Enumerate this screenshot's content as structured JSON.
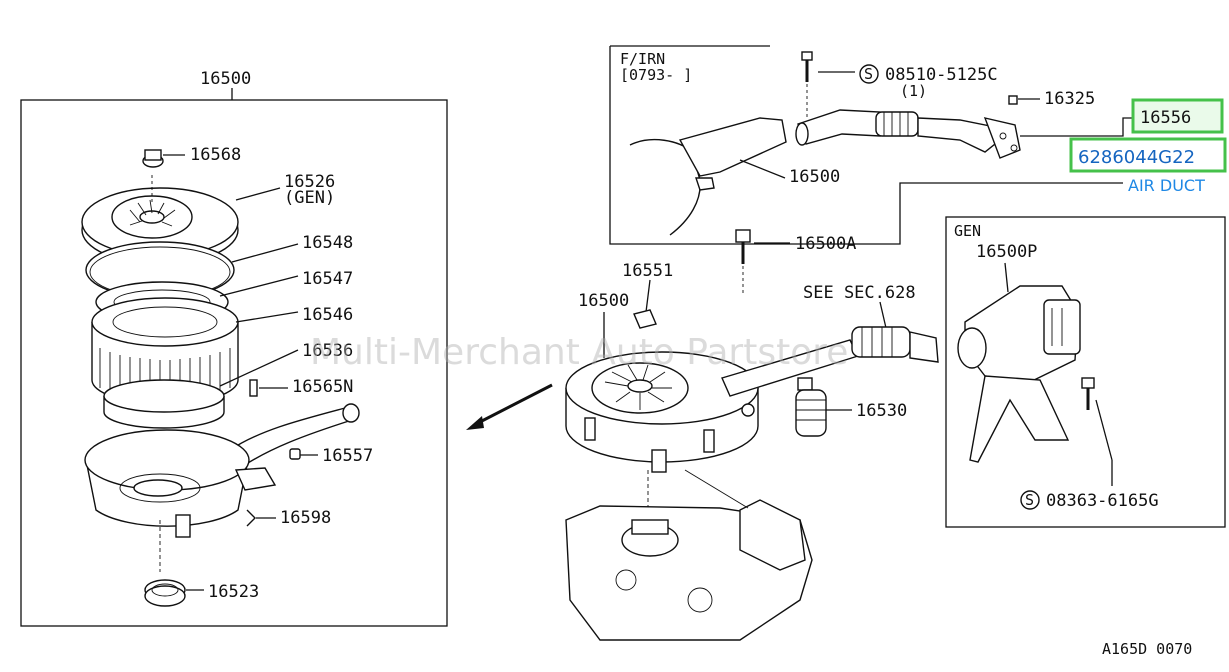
{
  "diagram_code": "A165D 0070",
  "watermark": "Multi-Merchant Auto Partstore",
  "left_panel": {
    "assembly_number": "16500",
    "callouts": {
      "c16568": "16568",
      "c16526": "16526",
      "c16526_note": "(GEN)",
      "c16548": "16548",
      "c16547": "16547",
      "c16546": "16546",
      "c16536": "16536",
      "c16565n": "16565N",
      "c16557": "16557",
      "c16598": "16598",
      "c16523": "16523"
    }
  },
  "inset_top": {
    "variant_label": "F/IRN",
    "date_range": "[0793-       ]",
    "bolt_spec": "08510-5125C",
    "bolt_qty": "(1)",
    "callouts": {
      "c16325": "16325",
      "c16556": "16556",
      "c16500": "16500"
    }
  },
  "highlight": {
    "part_number": "6286044G22",
    "description": "AIR DUCT"
  },
  "center": {
    "callouts": {
      "c16551": "16551",
      "c16500": "16500",
      "c16500a": "16500A",
      "see_sec": "SEE SEC.628",
      "c16530": "16530"
    }
  },
  "inset_gen": {
    "variant_label": "GEN",
    "part_number": "16500P",
    "bolt_spec": "08363-6165G"
  },
  "colors": {
    "highlight_border": "#45c14a",
    "highlight_text": "#1565c0",
    "description_text": "#1e88e5",
    "line": "#111111"
  }
}
